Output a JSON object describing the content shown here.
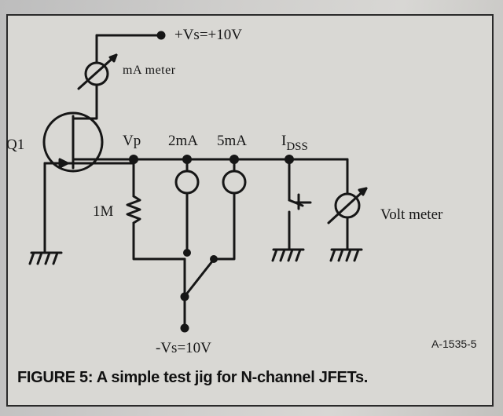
{
  "labels": {
    "supply_pos": "+Vs=+10V",
    "ma_meter": "mA meter",
    "transistor": "Q1",
    "vp": "Vp",
    "two_ma": "2mA",
    "five_ma": "5mA",
    "idss_main": "I",
    "idss_sub": "DSS",
    "resistor": "1M",
    "volt_meter": "Volt meter",
    "supply_neg": "-Vs=10V"
  },
  "figure_id": "A-1535-5",
  "caption": "FIGURE 5: A simple test jig for N-channel JFETs."
}
